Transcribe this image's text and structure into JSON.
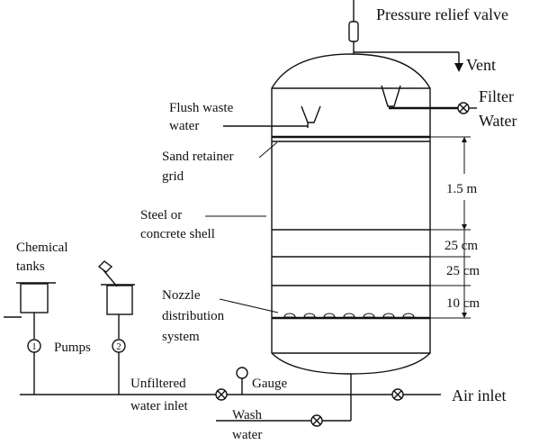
{
  "labels": {
    "pressure_relief_valve": "Pressure relief valve",
    "vent": "Vent",
    "filter_water_1": "Filter",
    "filter_water_2": "Water",
    "flush_waste_1": "Flush waste",
    "flush_waste_2": "water",
    "sand_retainer_1": "Sand retainer",
    "sand_retainer_2": "grid",
    "steel_shell_1": "Steel or",
    "steel_shell_2": "concrete shell",
    "chemical_tanks_1": "Chemical",
    "chemical_tanks_2": "tanks",
    "pumps": "Pumps",
    "pump_1": "1",
    "pump_2": "2",
    "nozzle_1": "Nozzle",
    "nozzle_2": "distribution",
    "nozzle_3": "system",
    "unfiltered_1": "Unfiltered",
    "unfiltered_2": "water inlet",
    "gauge": "Gauge",
    "wash_1": "Wash",
    "wash_2": "water",
    "air_inlet": "Air inlet"
  },
  "dimensions": {
    "d1": "1.5 m",
    "d2": "25 cm",
    "d3": "25 cm",
    "d4": "10 cm"
  }
}
